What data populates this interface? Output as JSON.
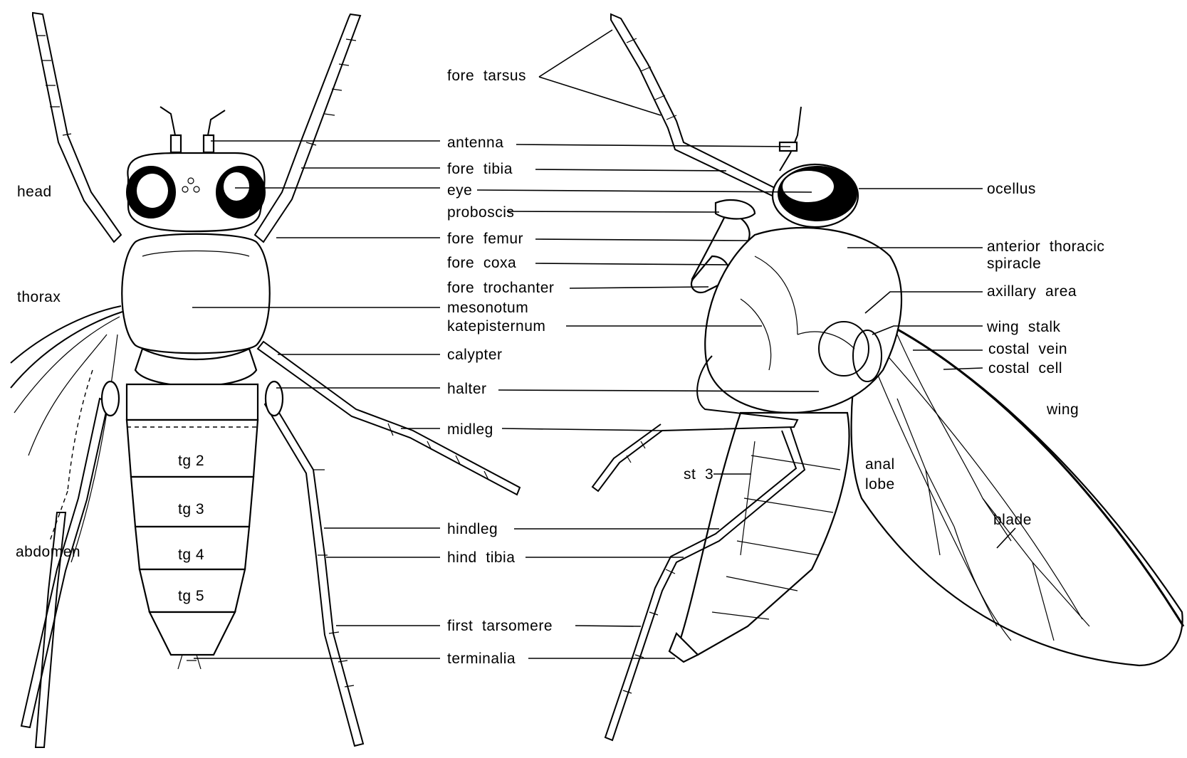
{
  "labels": {
    "head": "head",
    "thorax": "thorax",
    "abdomen": "abdomen",
    "tg2": "tg 2",
    "tg3": "tg 3",
    "tg4": "tg 4",
    "tg5": "tg 5",
    "fore_tarsus": "fore  tarsus",
    "antenna": "antenna",
    "fore_tibia": "fore  tibia",
    "eye": "eye",
    "proboscis": "proboscis",
    "fore_femur": "fore  femur",
    "fore_coxa": "fore  coxa",
    "fore_trochanter": "fore  trochanter",
    "mesonotum": "mesonotum",
    "katepisternum": "katepisternum",
    "calypter": "calypter",
    "halter": "halter",
    "midleg": "midleg",
    "hindleg": "hindleg",
    "hind_tibia": "hind  tibia",
    "first_tarsomere": "first  tarsomere",
    "terminalia": "terminalia",
    "ocellus": "ocellus",
    "anterior_thoracic_1": "anterior  thoracic",
    "anterior_thoracic_2": "spiracle",
    "axillary_area": "axillary  area",
    "wing_stalk": "wing  stalk",
    "costal_vein": "costal  vein",
    "costal_cell": "costal  cell",
    "wing": "wing",
    "st3": "st  3",
    "anal_1": "anal",
    "anal_2": "lobe",
    "blade": "blade"
  },
  "icons": {
    "dorsal_view": "fly-dorsal-view-illustration",
    "lateral_view": "fly-lateral-view-illustration"
  }
}
